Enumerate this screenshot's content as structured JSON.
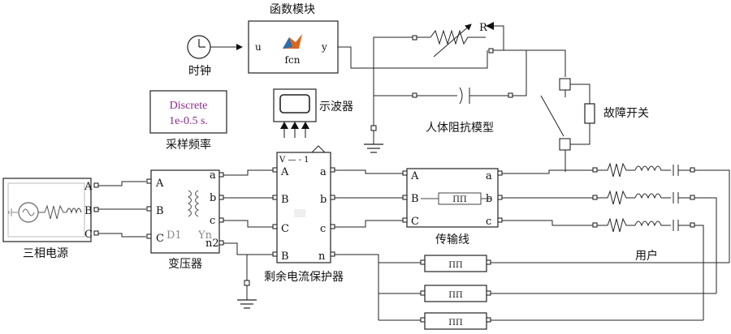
{
  "blocks": {
    "clock": {
      "caption": "时钟"
    },
    "fcn": {
      "caption": "函数模块",
      "in": "u",
      "out": "y",
      "inner": "fcn"
    },
    "scope": {
      "caption": "示波器"
    },
    "powergui": {
      "line1": "Discrete",
      "line2": "1e-0.5 s.",
      "caption": "采样频率"
    },
    "source": {
      "caption": "三相电源",
      "ports": [
        "A",
        "B",
        "C"
      ]
    },
    "transformer": {
      "caption": "变压器",
      "in_ports": [
        "A",
        "B",
        "C"
      ],
      "out_ports": [
        "a",
        "b",
        "c",
        "n2"
      ],
      "d": "D1",
      "y": "Yn"
    },
    "rcd": {
      "caption": "剩余电流保护器",
      "in_ports": [
        "A",
        "B",
        "C",
        "B"
      ],
      "out_ports": [
        "a",
        "b",
        "c",
        "n"
      ],
      "top": "V — - 1"
    },
    "line": {
      "caption": "传输线",
      "in_ports": [
        "A",
        "B",
        "C"
      ],
      "out_ports": [
        "a",
        "b",
        "c"
      ]
    },
    "body": {
      "caption": "人体阻抗模型",
      "r_label": "R"
    },
    "fault": {
      "caption": "故障开关"
    },
    "user": {
      "caption": "用户"
    }
  }
}
